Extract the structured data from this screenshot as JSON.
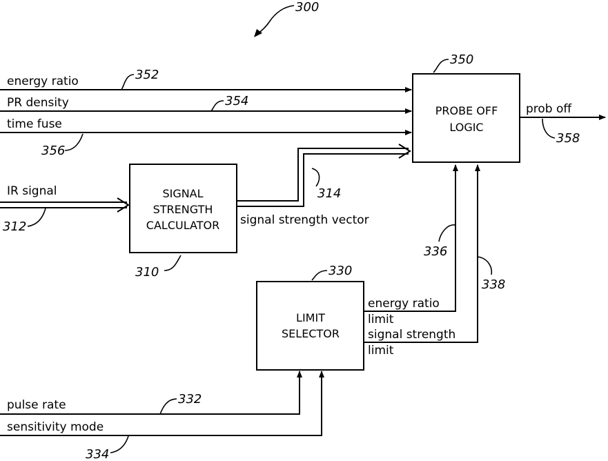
{
  "figure_number": "300",
  "blocks": {
    "probe_off_logic": {
      "line1": "PROBE OFF",
      "line2": "LOGIC",
      "ref": "350"
    },
    "signal_strength_calculator": {
      "line1": "SIGNAL",
      "line2": "STRENGTH",
      "line3": "CALCULATOR",
      "ref": "310"
    },
    "limit_selector": {
      "line1": "LIMIT",
      "line2": "SELECTOR",
      "ref": "330"
    }
  },
  "signals": {
    "energy_ratio": {
      "label": "energy ratio",
      "ref": "352"
    },
    "pr_density": {
      "label": "PR density",
      "ref": "354"
    },
    "time_fuse": {
      "label": "time fuse",
      "ref": "356"
    },
    "ir_signal": {
      "label": "IR signal",
      "ref": "312"
    },
    "signal_strength_vector": {
      "label": "signal strength vector",
      "ref": "314"
    },
    "prob_off": {
      "label": "prob off",
      "ref": "358"
    },
    "energy_ratio_limit": {
      "line1": "energy ratio",
      "line2": "limit",
      "ref": "336"
    },
    "signal_strength_limit": {
      "line1": "signal strength",
      "line2": "limit",
      "ref": "338"
    },
    "pulse_rate": {
      "label": "pulse rate",
      "ref": "332"
    },
    "sensitivity_mode": {
      "label": "sensitivity mode",
      "ref": "334"
    }
  }
}
